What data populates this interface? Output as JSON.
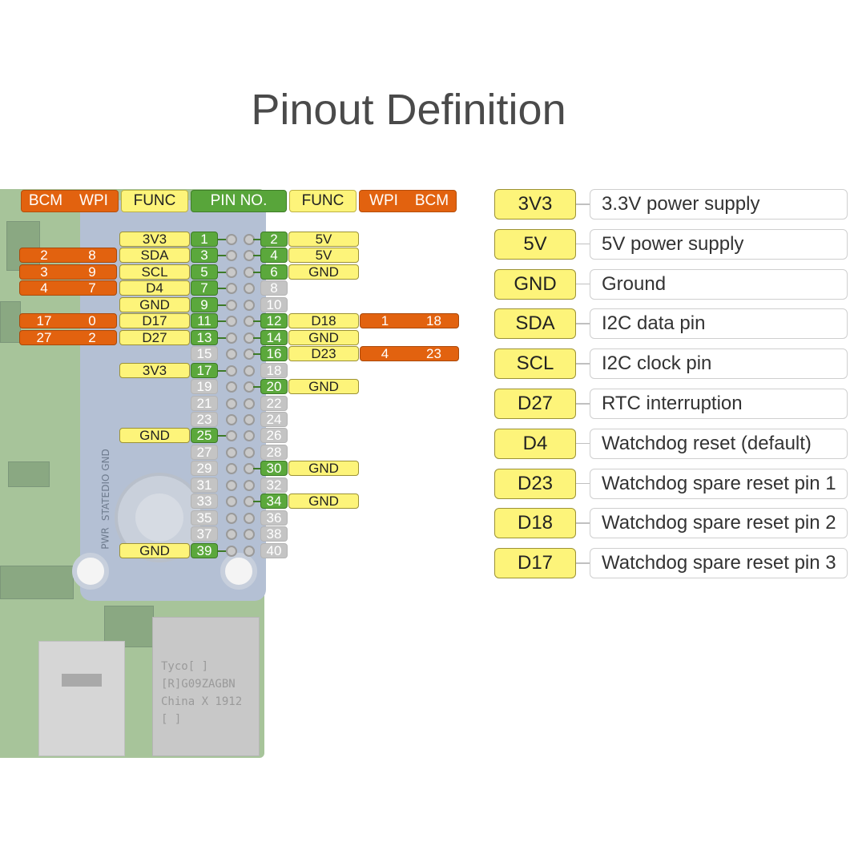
{
  "title": "Pinout Definition",
  "header": {
    "left_bcm": "BCM",
    "left_wpi": "WPI",
    "left_func": "FUNC",
    "pin_no": "PIN NO.",
    "right_func": "FUNC",
    "right_wpi": "WPI",
    "right_bcm": "BCM"
  },
  "board_text": {
    "eth": [
      "Tyco[ ]",
      "[R]G09ZAGBN",
      "China X 1912",
      "[ ]"
    ],
    "state": "STATE",
    "pwr": "PWR",
    "dio": "DIO GND"
  },
  "pins_left": [
    {
      "pin": "1",
      "func": "3V3",
      "bcm": "",
      "wpi": "",
      "active": true
    },
    {
      "pin": "3",
      "func": "SDA",
      "bcm": "2",
      "wpi": "8",
      "active": true
    },
    {
      "pin": "5",
      "func": "SCL",
      "bcm": "3",
      "wpi": "9",
      "active": true
    },
    {
      "pin": "7",
      "func": "D4",
      "bcm": "4",
      "wpi": "7",
      "active": true
    },
    {
      "pin": "9",
      "func": "GND",
      "bcm": "",
      "wpi": "",
      "active": true
    },
    {
      "pin": "11",
      "func": "D17",
      "bcm": "17",
      "wpi": "0",
      "active": true
    },
    {
      "pin": "13",
      "func": "D27",
      "bcm": "27",
      "wpi": "2",
      "active": true
    },
    {
      "pin": "15",
      "func": "",
      "bcm": "",
      "wpi": "",
      "active": false
    },
    {
      "pin": "17",
      "func": "3V3",
      "bcm": "",
      "wpi": "",
      "active": true
    },
    {
      "pin": "19",
      "func": "",
      "bcm": "",
      "wpi": "",
      "active": false
    },
    {
      "pin": "21",
      "func": "",
      "bcm": "",
      "wpi": "",
      "active": false
    },
    {
      "pin": "23",
      "func": "",
      "bcm": "",
      "wpi": "",
      "active": false
    },
    {
      "pin": "25",
      "func": "GND",
      "bcm": "",
      "wpi": "",
      "active": true
    },
    {
      "pin": "27",
      "func": "",
      "bcm": "",
      "wpi": "",
      "active": false
    },
    {
      "pin": "29",
      "func": "",
      "bcm": "",
      "wpi": "",
      "active": false
    },
    {
      "pin": "31",
      "func": "",
      "bcm": "",
      "wpi": "",
      "active": false
    },
    {
      "pin": "33",
      "func": "",
      "bcm": "",
      "wpi": "",
      "active": false
    },
    {
      "pin": "35",
      "func": "",
      "bcm": "",
      "wpi": "",
      "active": false
    },
    {
      "pin": "37",
      "func": "",
      "bcm": "",
      "wpi": "",
      "active": false
    },
    {
      "pin": "39",
      "func": "GND",
      "bcm": "",
      "wpi": "",
      "active": true
    }
  ],
  "pins_right": [
    {
      "pin": "2",
      "func": "5V",
      "bcm": "",
      "wpi": "",
      "active": true
    },
    {
      "pin": "4",
      "func": "5V",
      "bcm": "",
      "wpi": "",
      "active": true
    },
    {
      "pin": "6",
      "func": "GND",
      "bcm": "",
      "wpi": "",
      "active": true
    },
    {
      "pin": "8",
      "func": "",
      "bcm": "",
      "wpi": "",
      "active": false
    },
    {
      "pin": "10",
      "func": "",
      "bcm": "",
      "wpi": "",
      "active": false
    },
    {
      "pin": "12",
      "func": "D18",
      "bcm": "18",
      "wpi": "1",
      "active": true
    },
    {
      "pin": "14",
      "func": "GND",
      "bcm": "",
      "wpi": "",
      "active": true
    },
    {
      "pin": "16",
      "func": "D23",
      "bcm": "23",
      "wpi": "4",
      "active": true
    },
    {
      "pin": "18",
      "func": "",
      "bcm": "",
      "wpi": "",
      "active": false
    },
    {
      "pin": "20",
      "func": "GND",
      "bcm": "",
      "wpi": "",
      "active": true
    },
    {
      "pin": "22",
      "func": "",
      "bcm": "",
      "wpi": "",
      "active": false
    },
    {
      "pin": "24",
      "func": "",
      "bcm": "",
      "wpi": "",
      "active": false
    },
    {
      "pin": "26",
      "func": "",
      "bcm": "",
      "wpi": "",
      "active": false
    },
    {
      "pin": "28",
      "func": "",
      "bcm": "",
      "wpi": "",
      "active": false
    },
    {
      "pin": "30",
      "func": "GND",
      "bcm": "",
      "wpi": "",
      "active": true
    },
    {
      "pin": "32",
      "func": "",
      "bcm": "",
      "wpi": "",
      "active": false
    },
    {
      "pin": "34",
      "func": "GND",
      "bcm": "",
      "wpi": "",
      "active": true
    },
    {
      "pin": "36",
      "func": "",
      "bcm": "",
      "wpi": "",
      "active": false
    },
    {
      "pin": "38",
      "func": "",
      "bcm": "",
      "wpi": "",
      "active": false
    },
    {
      "pin": "40",
      "func": "",
      "bcm": "",
      "wpi": "",
      "active": false
    }
  ],
  "legend": [
    {
      "key": "3V3",
      "desc": "3.3V power supply"
    },
    {
      "key": "5V",
      "desc": "5V power supply"
    },
    {
      "key": "GND",
      "desc": "Ground"
    },
    {
      "key": "SDA",
      "desc": "I2C data pin"
    },
    {
      "key": "SCL",
      "desc": "I2C clock pin"
    },
    {
      "key": "D27",
      "desc": "RTC interruption"
    },
    {
      "key": "D4",
      "desc": "Watchdog reset (default)"
    },
    {
      "key": "D23",
      "desc": "Watchdog spare reset pin 1"
    },
    {
      "key": "D18",
      "desc": "Watchdog spare reset pin 2"
    },
    {
      "key": "D17",
      "desc": "Watchdog spare reset pin 3"
    }
  ],
  "colors": {
    "orange": "#e2620f",
    "yellow": "#fdf47a",
    "green": "#5ba83c",
    "gray": "#c4c4c4"
  }
}
